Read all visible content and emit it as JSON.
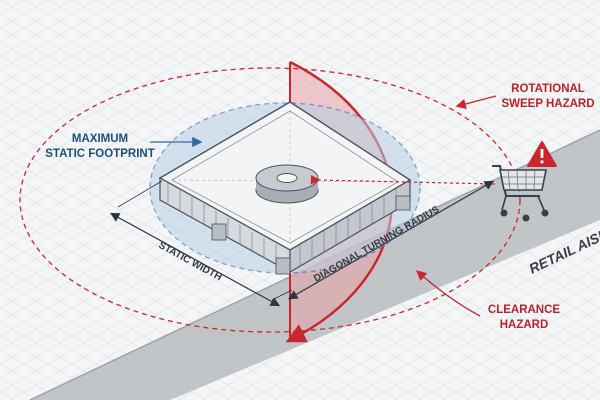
{
  "labels": {
    "max_footprint_line1": "MAXIMUM",
    "max_footprint_line2": "STATIC FOOTPRINT",
    "rotational_line1": "ROTATIONAL",
    "rotational_line2": "SWEEP HAZARD",
    "clearance_line1": "CLEARANCE",
    "clearance_line2": "HAZARD",
    "static_width": "STATIC WIDTH",
    "diagonal_radius": "DIAGONAL TURNING RADIUS",
    "retail_aisle": "RETAIL AISLE"
  },
  "colors": {
    "hazard_red": "#c9262d",
    "footprint_blue": "#2f6aa3",
    "pallet_gray": "#e9ebee",
    "aisle_gray": "#b9bcc0"
  },
  "icons": {
    "warning": "warning-triangle-icon",
    "cart": "shopping-cart-icon"
  }
}
